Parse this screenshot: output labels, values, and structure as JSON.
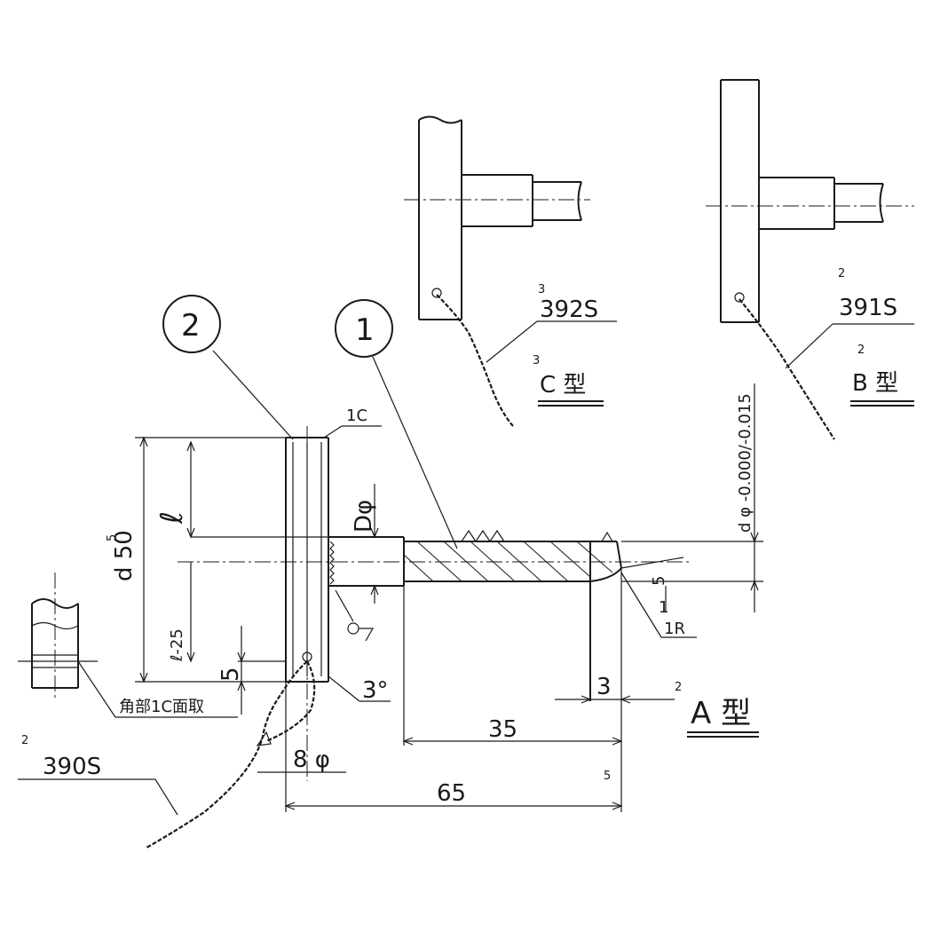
{
  "callouts": {
    "part_2": "2",
    "part_1": "1"
  },
  "types": {
    "a": {
      "label": "A 型",
      "mark": "2",
      "part": "390S",
      "part_mark": "2"
    },
    "b": {
      "label": "B 型",
      "mark": "2",
      "part": "391S",
      "part_mark": "2"
    },
    "c": {
      "label": "C 型",
      "mark": "3",
      "part": "392S",
      "part_mark": "3"
    }
  },
  "dims": {
    "d50": "d 50",
    "l": "ℓ",
    "l_minus": "ℓ-25",
    "five": "5",
    "d_phi": "Dφ",
    "tol": "d φ -0.000/-0.015",
    "tol_upper": "-0.000",
    "tol_lower": "-0.015",
    "five_small": "5",
    "one": "1",
    "one_r": "1R",
    "three": "3",
    "thirty5": "35",
    "sixty5": "65",
    "eight": "8 φ",
    "angle": "3°",
    "ic": "1C",
    "note": "角部1C面取",
    "small_mark": "5"
  }
}
